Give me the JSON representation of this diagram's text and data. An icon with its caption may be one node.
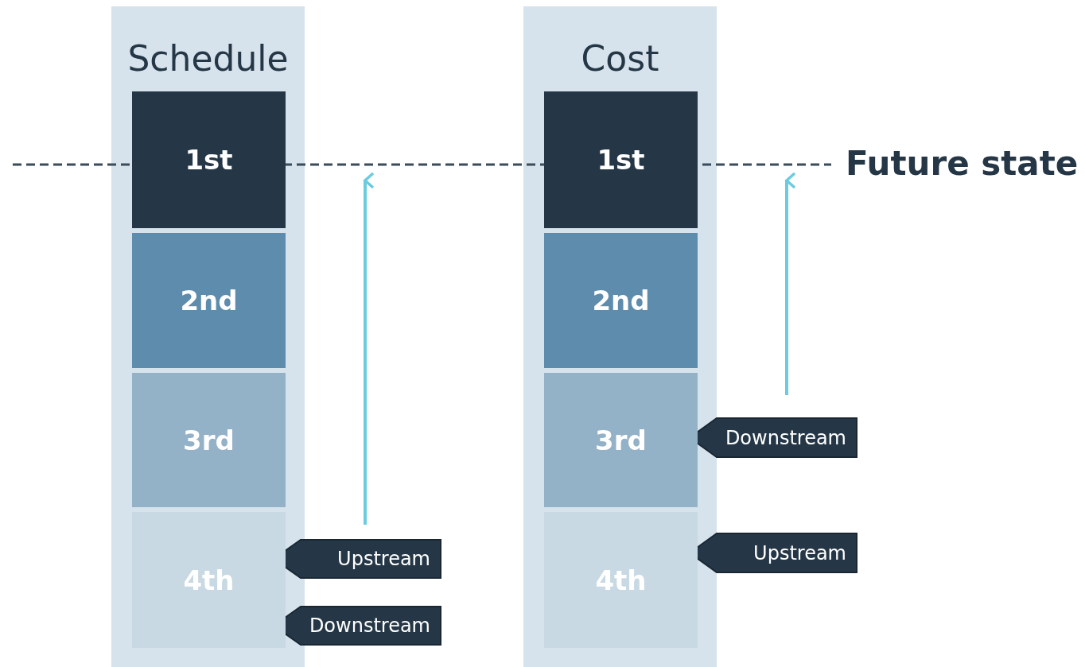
{
  "diagram": {
    "nodes": [
      {
        "text": [
          "Schedule"
        ]
      },
      {
        "text": [
          "1st"
        ],
        "in": 0
      },
      {
        "text": [
          "2nd"
        ],
        "in": 0
      },
      {
        "text": [
          "3rd"
        ],
        "in": 0
      },
      {
        "text": [
          "4th"
        ],
        "in": 0
      },
      {
        "text": [
          "Upstream"
        ]
      },
      {
        "text": [
          "Downstream"
        ]
      },
      {
        "text": [
          "Cost"
        ]
      },
      {
        "text": [
          "1st"
        ],
        "in": 7
      },
      {
        "text": [
          "2nd"
        ],
        "in": 7
      },
      {
        "text": [
          "3rd"
        ],
        "in": 7
      },
      {
        "text": [
          "4th"
        ],
        "in": 7
      },
      {
        "text": [
          "Downstream"
        ]
      },
      {
        "text": [
          "Upstream"
        ]
      }
    ],
    "edges": [],
    "labels": [
      "Future state"
    ]
  }
}
